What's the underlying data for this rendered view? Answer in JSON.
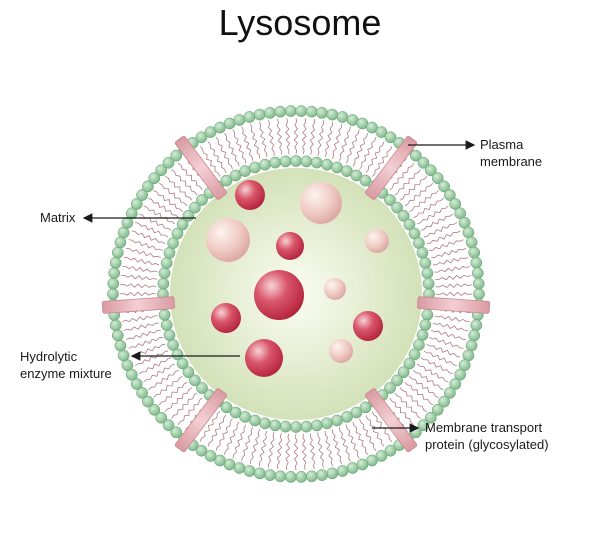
{
  "title": "Lysosome",
  "labels": {
    "plasma_membrane": [
      "Plasma",
      "membrane"
    ],
    "matrix": "Matrix",
    "hydrolytic": [
      "Hydrolytic",
      "enzyme mixture"
    ],
    "transport": [
      "Membrane transport",
      "protein (glycosylated)"
    ]
  },
  "colors": {
    "bead": "#8fc79a",
    "bead_edge": "#5f9c6b",
    "tail": "#b07a85",
    "matrix_center": "#fbfdf2",
    "matrix_edge": "#d3e1b8",
    "protein": "#e7b7bd",
    "protein_edge": "#c98790",
    "enzyme_dark": "#c8344d",
    "enzyme_light": "#efc9c4"
  }
}
